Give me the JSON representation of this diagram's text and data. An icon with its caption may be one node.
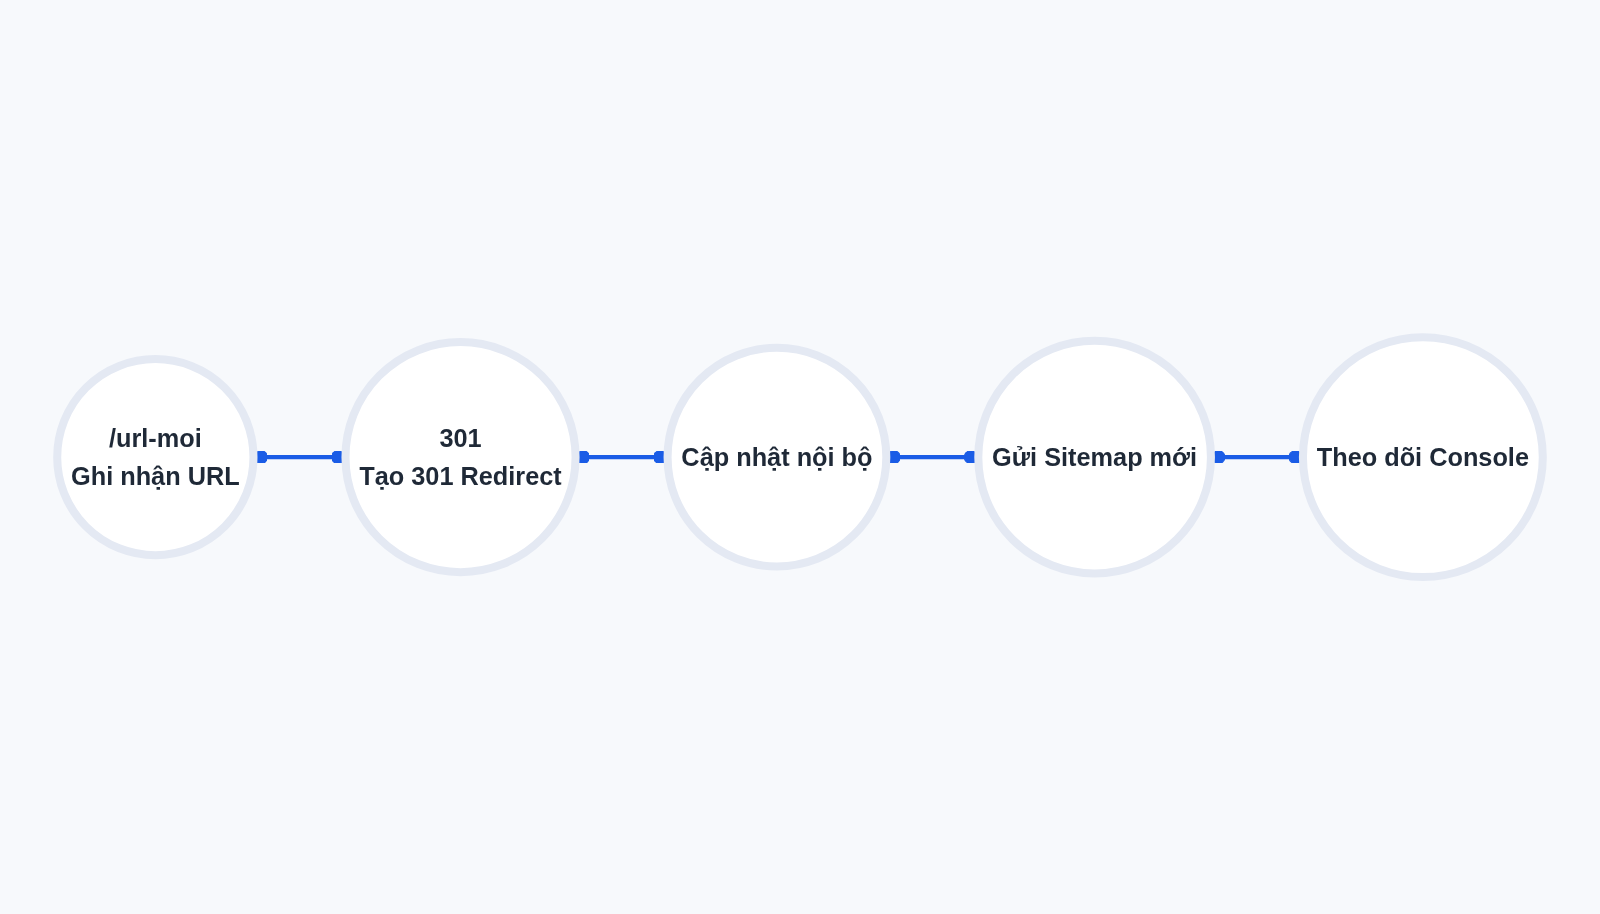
{
  "diagram": {
    "nodes": [
      {
        "text": [
          "/url-moi",
          "Ghi nhận URL"
        ]
      },
      {
        "text": [
          "301",
          "Tạo 301 Redirect"
        ]
      },
      {
        "text": [
          "Cập nhật nội bộ"
        ]
      },
      {
        "text": [
          "Gửi Sitemap mới"
        ]
      },
      {
        "text": [
          "Theo dõi Console"
        ]
      }
    ],
    "edges": [
      {
        "from": 0,
        "to": 1,
        "arrow": "other"
      },
      {
        "from": 1,
        "to": 2,
        "arrow": "other"
      },
      {
        "from": 2,
        "to": 3,
        "arrow": "other"
      },
      {
        "from": 3,
        "to": 4,
        "arrow": "other"
      }
    ]
  }
}
